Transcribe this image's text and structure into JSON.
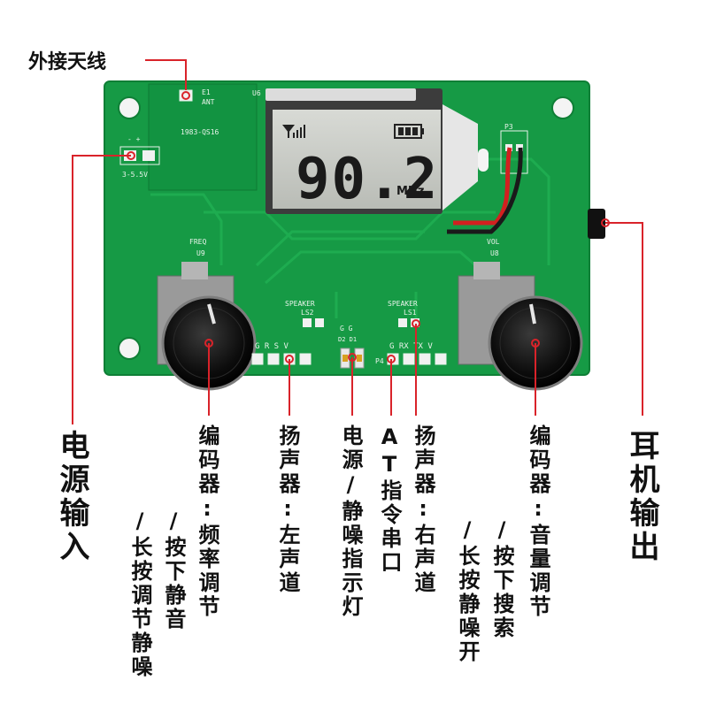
{
  "pcb": {
    "antenna_pad": "E1",
    "antenna_pad_text": "ANT",
    "module_label": "1983-QS16",
    "chip_label": "U6",
    "power_polarity": "-  +",
    "power_range": "3-5.5V",
    "freq_label": "FREQ",
    "freq_chip": "U9",
    "vol_label": "VOL",
    "vol_chip": "U8",
    "speaker_left": "SPEAKER",
    "speaker_left_id": "LS2",
    "speaker_right": "SPEAKER",
    "speaker_right_id": "LS1",
    "left_pins": "G  R  S  V",
    "led_pins": "G  G",
    "led_ids": "D2 D1",
    "right_pins": "G RX TX  V",
    "serial_id": "P4",
    "jack_id": "P3"
  },
  "lcd": {
    "frequency": "90.2",
    "unit": "MHz"
  },
  "labels": {
    "antenna": "外接天线",
    "power_input": "电源输入",
    "freq_encoder": "编码器:频率调节",
    "freq_encoder_sub1": "/按下静音",
    "freq_encoder_sub2": "/长按调节静噪",
    "speaker_left": "扬声器:左声道",
    "power_led": "电源/静噪指示灯",
    "at_serial": "AT指令串口",
    "speaker_right": "扬声器:右声道",
    "vol_encoder": "编码器:音量调节",
    "vol_encoder_sub1": "/按下搜索",
    "vol_encoder_sub2": "/长按静噪开",
    "earphone": "耳机输出"
  },
  "colors": {
    "pcb": "#169a45",
    "callout": "#d9232a",
    "lcd": "#c9ccc6"
  }
}
